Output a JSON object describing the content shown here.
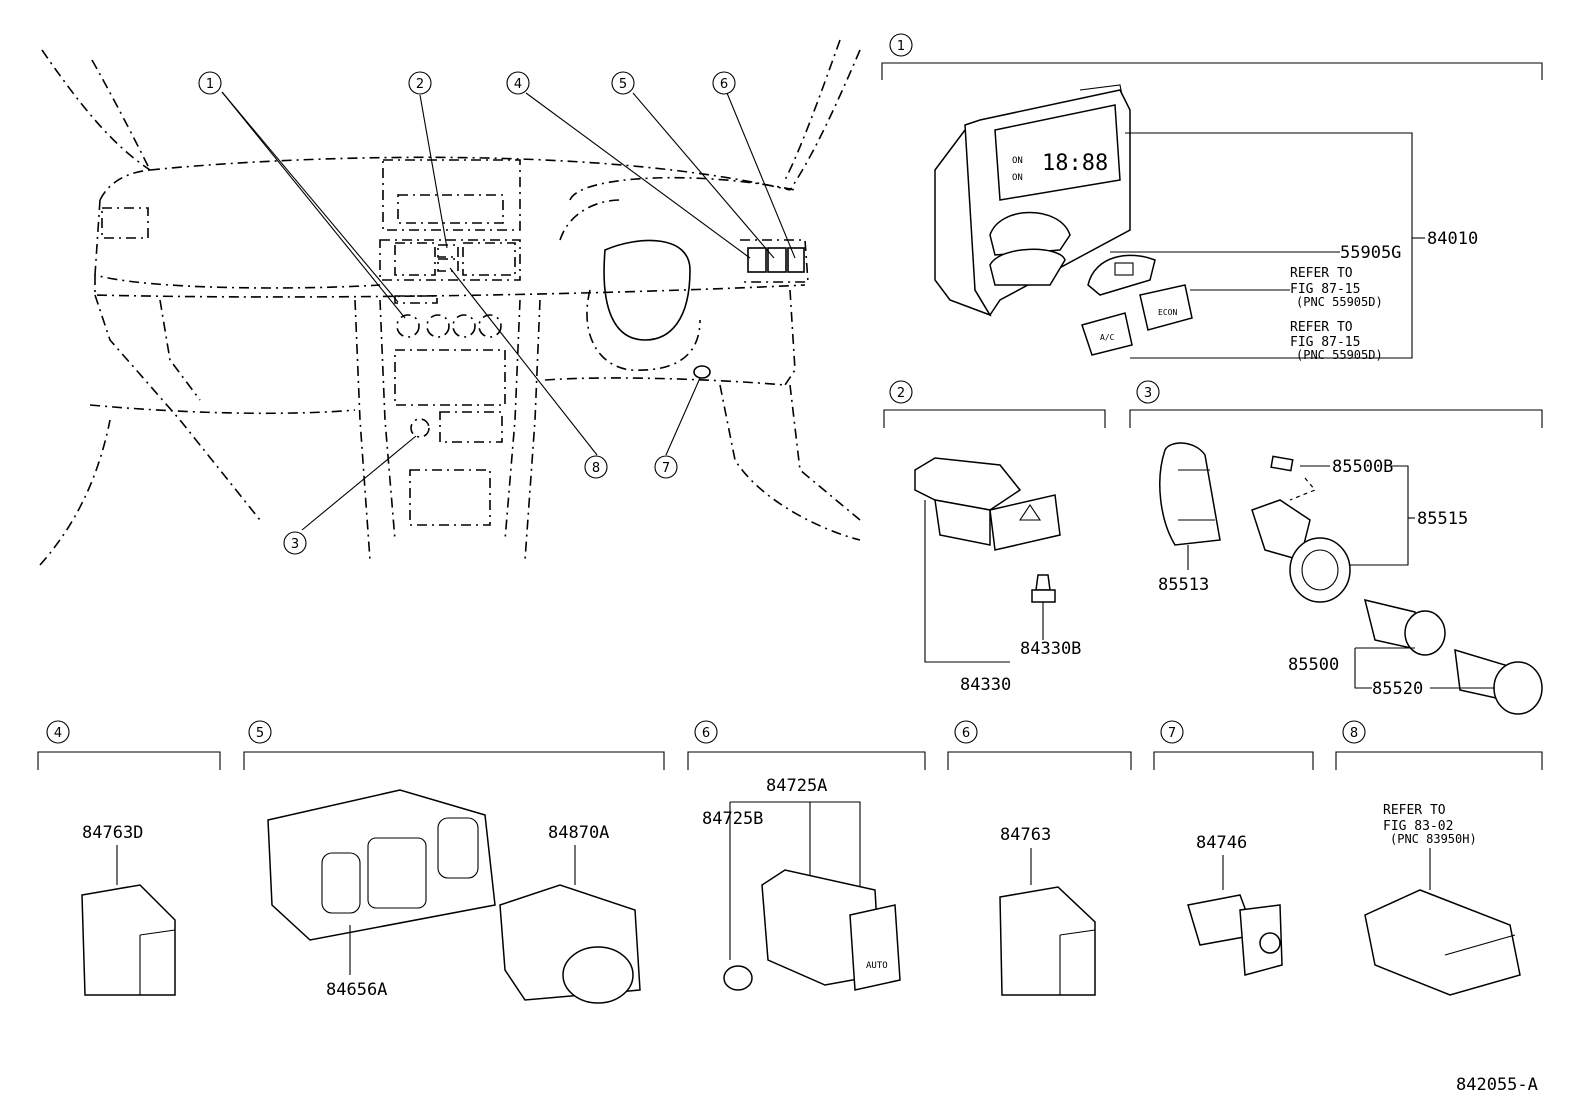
{
  "circle_numbers": [
    "1",
    "2",
    "3",
    "4",
    "5",
    "6",
    "7",
    "8"
  ],
  "parts": {
    "p84010": "84010",
    "p55905G": "55905G",
    "p84330B": "84330B",
    "p84330": "84330",
    "p85500B": "85500B",
    "p85515": "85515",
    "p85513": "85513",
    "p85500": "85500",
    "p85520": "85520",
    "p84763D": "84763D",
    "p84656A": "84656A",
    "p84870A": "84870A",
    "p84725A": "84725A",
    "p84725B": "84725B",
    "p84763": "84763",
    "p84746": "84746"
  },
  "refs": {
    "refer_to": "REFER TO",
    "fig_87_15": "FIG 87-15",
    "pnc_55905d": "(PNC 55905D)",
    "fig_83_02": "FIG 83-02",
    "pnc_83950h": "(PNC 83950H)"
  },
  "clock_text": "18:88",
  "clock_on1": "ON",
  "clock_on2": "ON",
  "btn_ac": "A/C",
  "btn_econ": "ECON",
  "btn_auto": "AUTO",
  "diagram_id": "842055-A"
}
